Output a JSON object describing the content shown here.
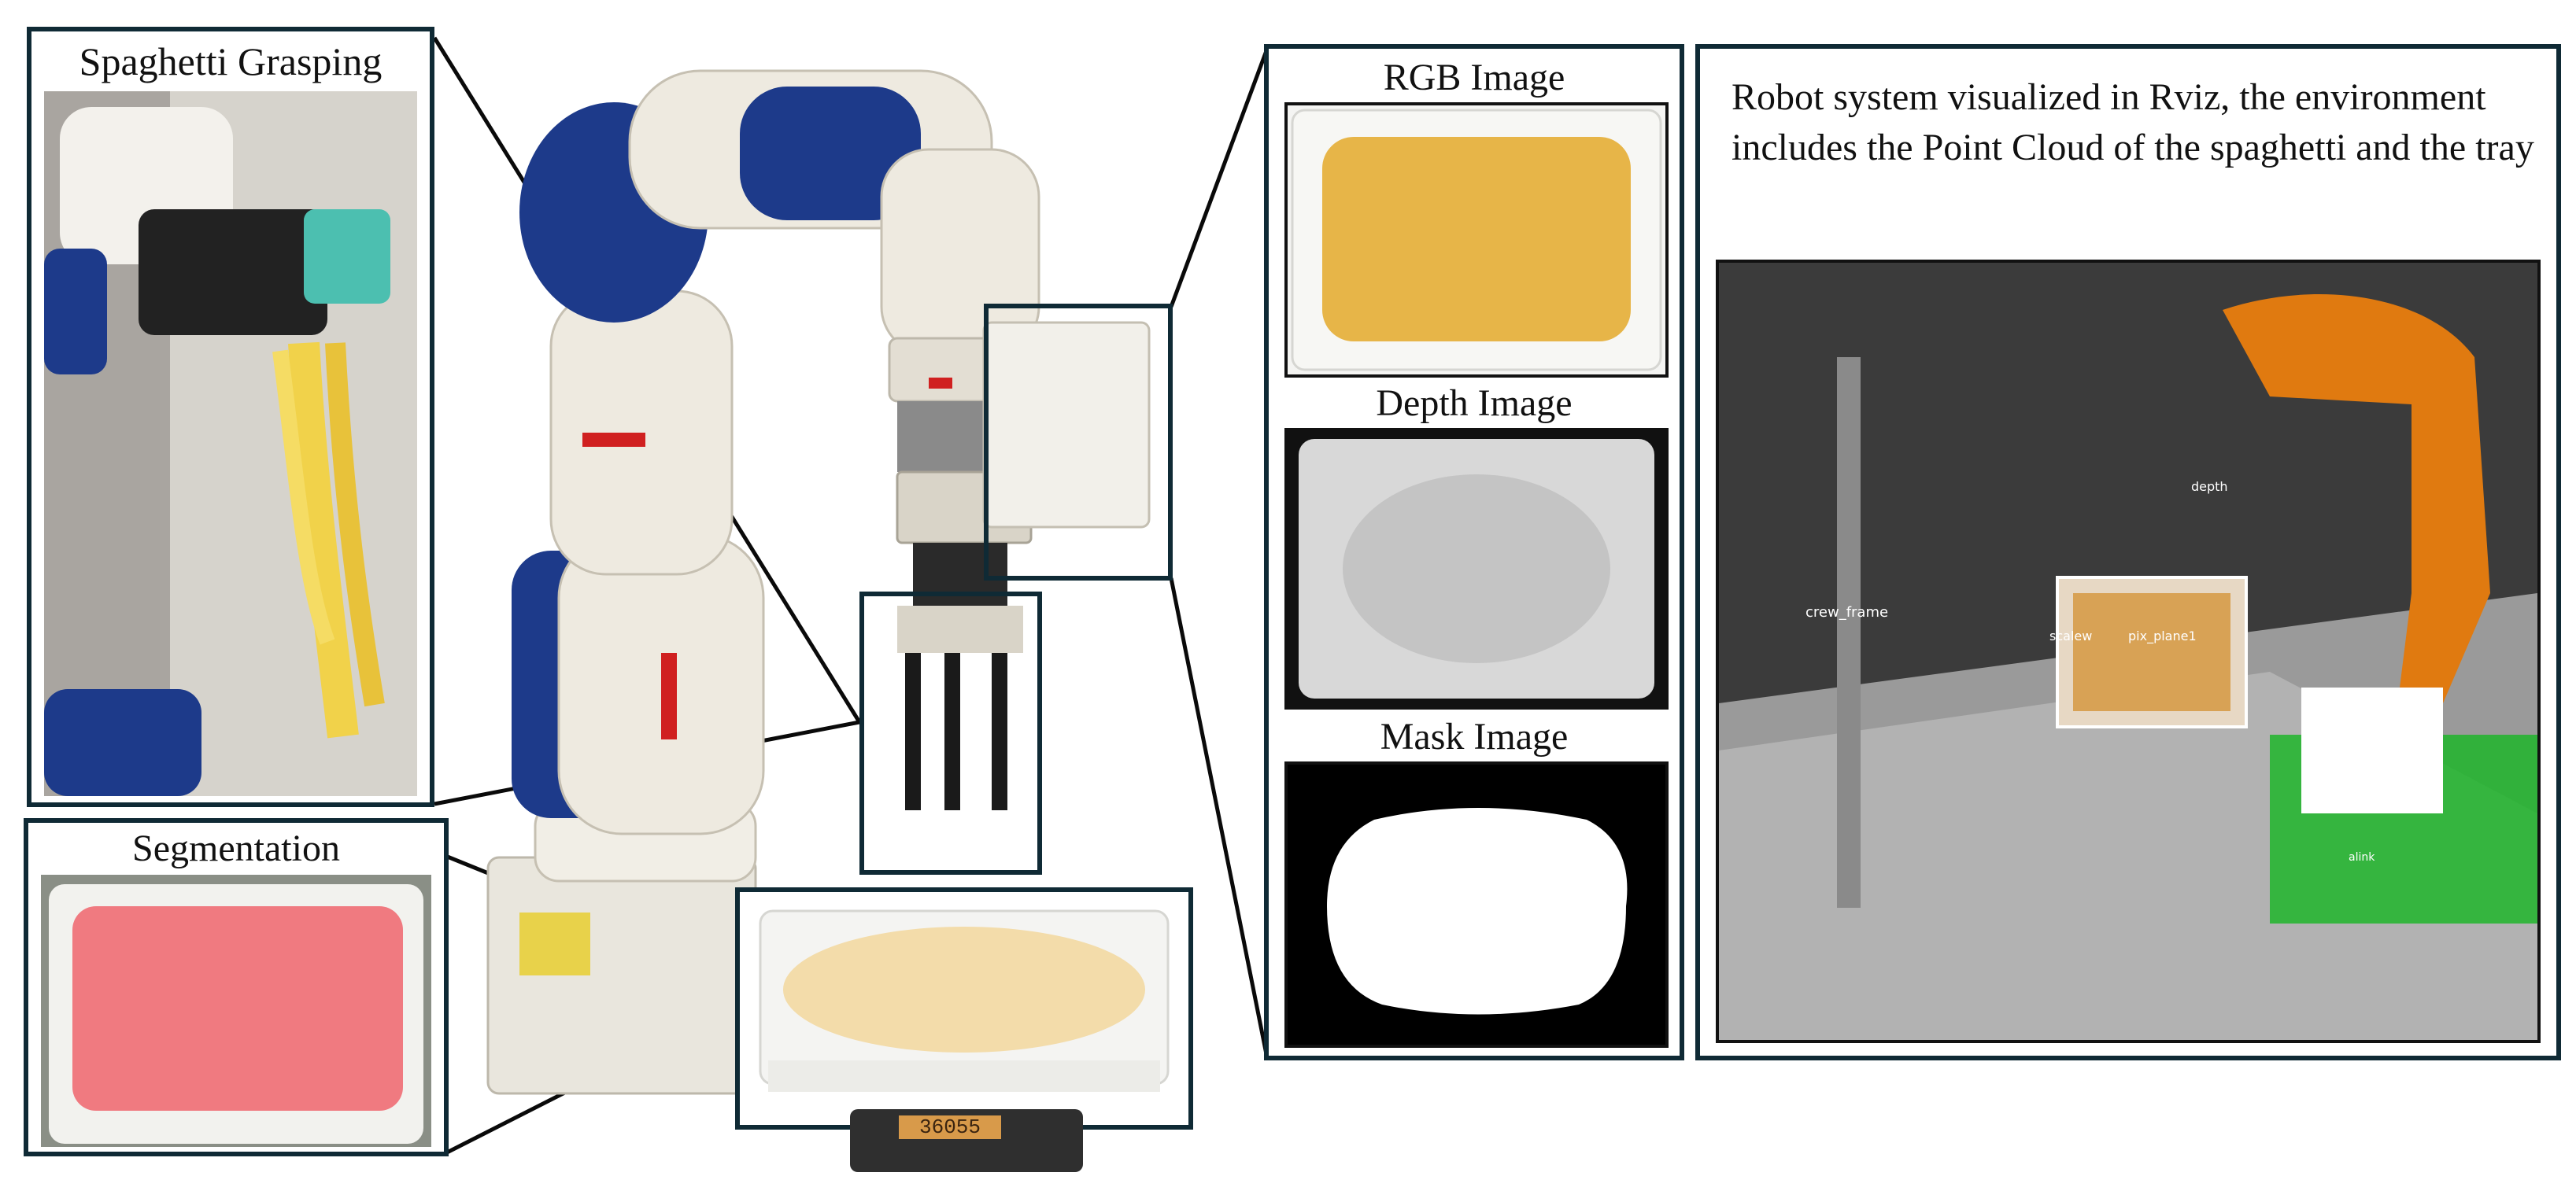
{
  "panels": {
    "spaghetti_grasping": {
      "title": "Spaghetti Grasping"
    },
    "segmentation": {
      "title": "Segmentation"
    },
    "rgb": {
      "title": "RGB Image"
    },
    "depth": {
      "title": "Depth Image"
    },
    "mask": {
      "title": "Mask Image"
    },
    "rviz": {
      "caption": "Robot system visualized in Rviz, the environment includes the Point Cloud of the spaghetti and the tray",
      "frame_labels": [
        "crew_frame",
        "scalew",
        "pix_plane1",
        "depth",
        "alink"
      ]
    }
  },
  "scale_readout": "36055",
  "colors": {
    "frame_border": "#0f2a35",
    "robot_body": "#eeeae0",
    "robot_joint": "#1d3a8a",
    "spaghetti": "#e8c24a",
    "segmentation_mask": "#f07a80",
    "rviz_robot": "#e07a10",
    "rviz_bg": "#3a3a3a"
  }
}
